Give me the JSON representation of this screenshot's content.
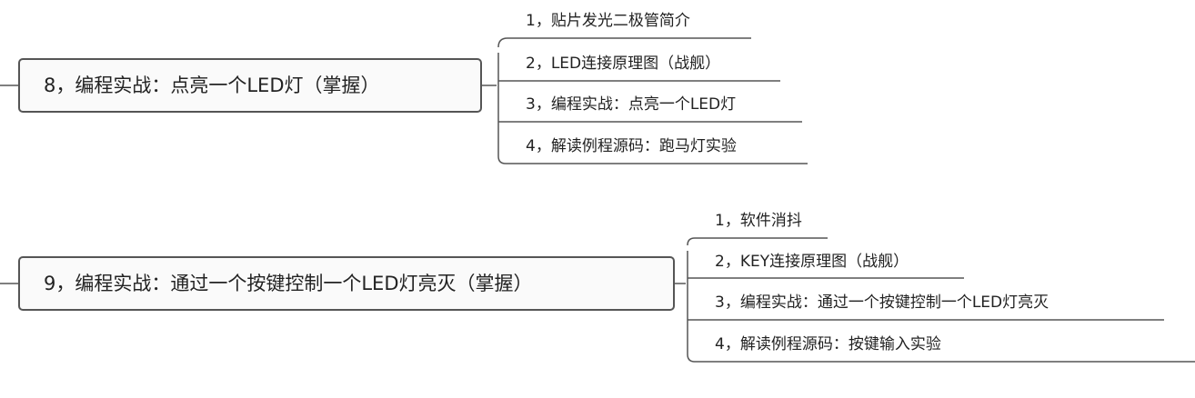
{
  "colors": {
    "line": "#555555",
    "box_border": "#555555",
    "box_fill": "#fafafa",
    "text": "#222222"
  },
  "groups": [
    {
      "topic": "8，编程实战：点亮一个LED灯（掌握）",
      "items": [
        "1，贴片发光二极管简介",
        "2，LED连接原理图（战舰）",
        "3，编程实战：点亮一个LED灯",
        "4，解读例程源码：跑马灯实验"
      ]
    },
    {
      "topic": "9，编程实战：通过一个按键控制一个LED灯亮灭（掌握）",
      "items": [
        "1，软件消抖",
        "2，KEY连接原理图（战舰）",
        "3，编程实战：通过一个按键控制一个LED灯亮灭",
        "4，解读例程源码：按键输入实验"
      ]
    }
  ]
}
